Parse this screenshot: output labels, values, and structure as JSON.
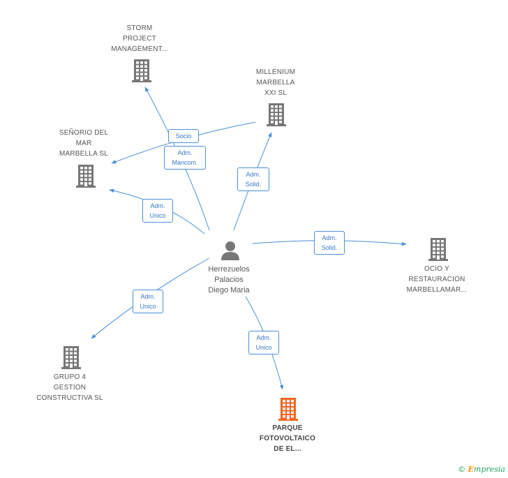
{
  "colors": {
    "edge": "#4a8fd9",
    "building": "#777777",
    "building_main": "#f26522",
    "person": "#777777"
  },
  "center": {
    "name_lines": [
      "Herrezuelos",
      "Palacios",
      "Diego Maria"
    ],
    "icon": "person-icon"
  },
  "companies": [
    {
      "id": "storm",
      "lines": [
        "STORM",
        "PROJECT",
        "MANAGEMENT..."
      ],
      "icon": "building-icon"
    },
    {
      "id": "millenium",
      "lines": [
        "MILLENIUM",
        "MARBELLA",
        "XXI SL"
      ],
      "icon": "building-icon"
    },
    {
      "id": "senorio",
      "lines": [
        "SEÑORIO DEL",
        "MAR",
        "MARBELLA SL"
      ],
      "icon": "building-icon"
    },
    {
      "id": "ocio",
      "lines": [
        "OCIO Y",
        "RESTAURACION",
        "MARBELLAMAR..."
      ],
      "icon": "building-icon"
    },
    {
      "id": "grupo4",
      "lines": [
        "GRUPO 4",
        "GESTION",
        "CONSTRUCTIVA SL"
      ],
      "icon": "building-icon"
    },
    {
      "id": "parque",
      "lines": [
        "PARQUE",
        "FOTOVOLTAICO",
        "DE EL..."
      ],
      "icon": "building-icon",
      "highlight": true
    }
  ],
  "relations": [
    {
      "target": "storm",
      "lines": [
        "Adm.",
        "Mancom."
      ]
    },
    {
      "target": "senorio",
      "lines": [
        "Socio"
      ]
    },
    {
      "target": "millenium",
      "lines": [
        "Adm.",
        "Solid."
      ]
    },
    {
      "target": "senorio",
      "lines": [
        "Adm.",
        "Unico"
      ]
    },
    {
      "target": "ocio",
      "lines": [
        "Adm.",
        "Solid."
      ]
    },
    {
      "target": "grupo4",
      "lines": [
        "Adm.",
        "Unico"
      ]
    },
    {
      "target": "parque",
      "lines": [
        "Adm.",
        "Unico"
      ]
    }
  ],
  "footer": {
    "copyright": "©",
    "brand_initial": "E",
    "brand_rest": "mpresia"
  }
}
